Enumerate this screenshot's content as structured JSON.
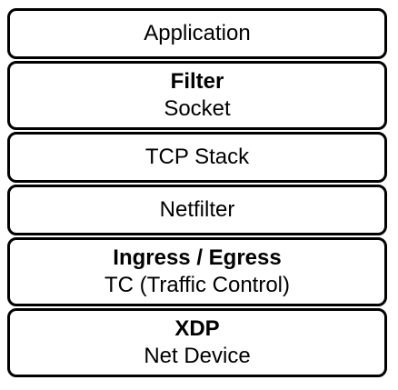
{
  "layers": [
    {
      "id": "application",
      "title": "",
      "label": "Application"
    },
    {
      "id": "socket",
      "title": "Filter",
      "label": "Socket"
    },
    {
      "id": "tcp-stack",
      "title": "",
      "label": "TCP Stack"
    },
    {
      "id": "netfilter",
      "title": "",
      "label": "Netfilter"
    },
    {
      "id": "tc",
      "title": "Ingress / Egress",
      "label": "TC (Traffic Control)"
    },
    {
      "id": "net-device",
      "title": "XDP",
      "label": "Net Device"
    }
  ]
}
